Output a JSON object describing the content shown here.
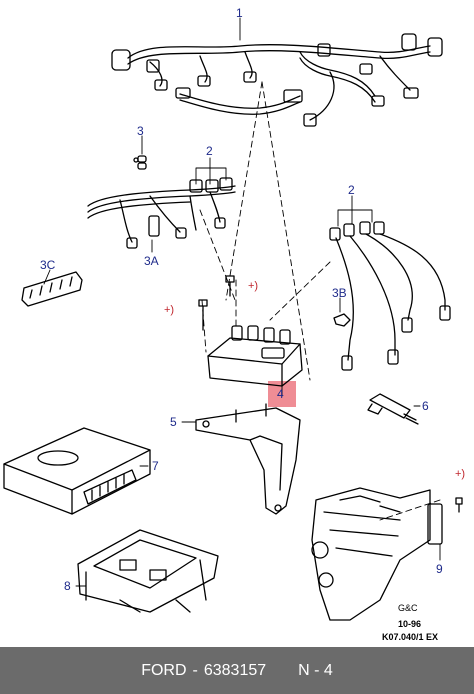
{
  "callouts": {
    "c1": "1",
    "c2a": "2",
    "c2b": "2",
    "c3": "3",
    "c3a": "3A",
    "c3b": "3B",
    "c3c": "3C",
    "c4": "4",
    "c5": "5",
    "c6": "6",
    "c7": "7",
    "c8": "8",
    "c9": "9"
  },
  "plus_marks": {
    "p1": "+)",
    "p2": "+)",
    "p3": "+)"
  },
  "meta": {
    "company": "G&C",
    "date": "10-96",
    "code": "K07.040/1 EX"
  },
  "footer": {
    "brand": "FORD",
    "separator": "-",
    "part_number": "6383157",
    "position": "N - 4"
  },
  "colors": {
    "highlight": "#ef8d95",
    "callout": "#1e2a8a",
    "plus": "#c0262d",
    "footer_bg": "#6b6b6b"
  }
}
